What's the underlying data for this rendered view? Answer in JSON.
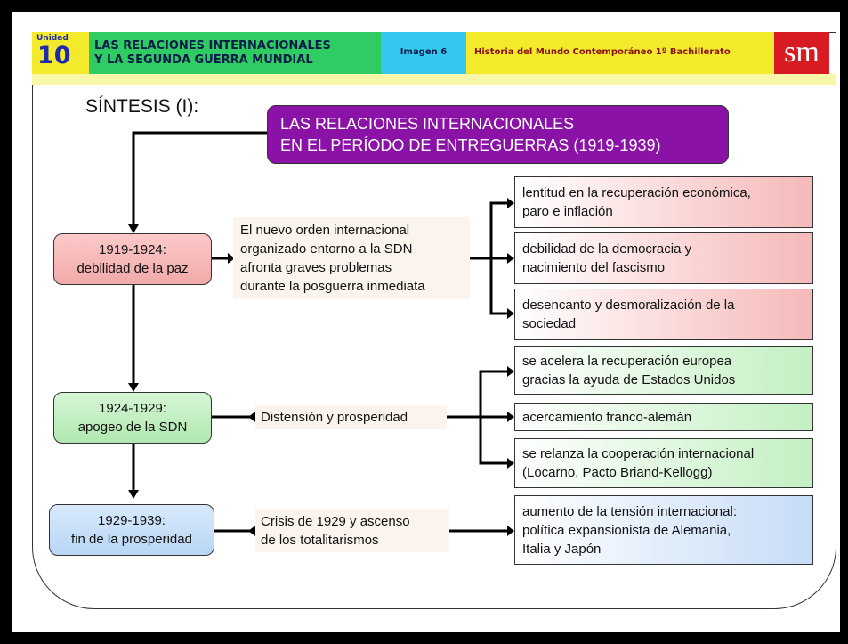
{
  "header": {
    "unit_label": "Unidad",
    "unit_number": "10",
    "title_line1": "LAS RELACIONES INTERNACIONALES",
    "title_line2": "Y LA SEGUNDA GUERRA MUNDIAL",
    "image_label": "Imagen 6",
    "course": "Historia del Mundo Contemporáneo 1º Bachillerato",
    "logo": "sm"
  },
  "colors": {
    "purple": "#8a12a6",
    "pink": "#f6b9b9",
    "green": "#c3f0c3",
    "blue": "#c6dcf7",
    "header_yellow": "#f3ea2c",
    "header_green": "#2ecc62",
    "header_cyan": "#35c8ee",
    "logo_red": "#d81a22"
  },
  "diagram": {
    "heading": "SÍNTESIS (I):",
    "main_title_line1": "LAS RELACIONES INTERNACIONALES",
    "main_title_line2": "EN EL PERÍODO DE ENTREGUERRAS (1919-1939)",
    "periods": [
      {
        "line1": "1919-1924:",
        "line2": "debilidad de la paz",
        "summary": [
          "El nuevo orden internacional",
          "organizado entorno a la SDN",
          "afronta graves problemas",
          "durante la posguerra inmediata"
        ],
        "results": [
          [
            "lentitud en la recuperación económica,",
            "paro e inflación"
          ],
          [
            "debilidad de la democracia y",
            "nacimiento del fascismo"
          ],
          [
            "desencanto y desmoralización de la",
            "sociedad"
          ]
        ]
      },
      {
        "line1": "1924-1929:",
        "line2": "apogeo de la SDN",
        "summary": [
          "Distensión y prosperidad"
        ],
        "results": [
          [
            "se acelera la recuperación europea",
            "gracias la ayuda de Estados Unidos"
          ],
          [
            "acercamiento franco-alemán"
          ],
          [
            "se relanza la cooperación internacional",
            "(Locarno, Pacto Briand-Kellogg)"
          ]
        ]
      },
      {
        "line1": "1929-1939:",
        "line2": "fin de la prosperidad",
        "summary": [
          "Crisis de 1929 y ascenso",
          "de los totalitarismos"
        ],
        "results": [
          [
            "aumento de la tensión internacional:",
            "política expansionista de Alemania,",
            "Italia y Japón"
          ]
        ]
      }
    ]
  }
}
